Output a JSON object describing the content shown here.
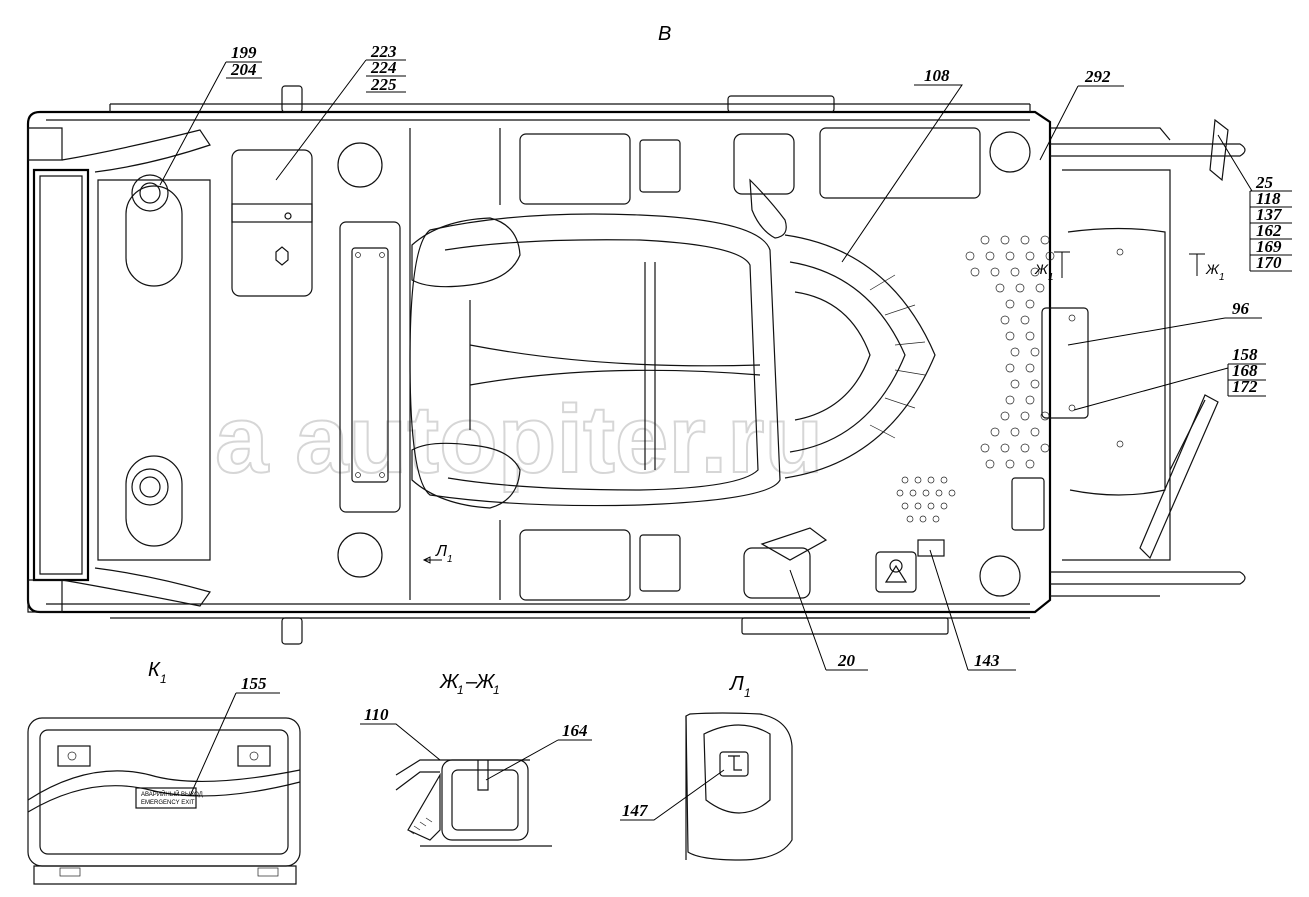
{
  "title": "Cab floor layout (top view)",
  "views": {
    "main": "В",
    "detail_k": "К",
    "detail_k_sub": "1",
    "section_zh_a": "Ж",
    "section_zh_sub_a": "1",
    "section_zh_dash": "–",
    "section_zh_b": "Ж",
    "section_zh_sub_b": "1",
    "detail_l": "Л",
    "detail_l_sub": "1"
  },
  "markers": {
    "zh_left": "Ж",
    "zh_left_sub": "1",
    "zh_right": "Ж",
    "zh_right_sub": "1",
    "l_mark": "Л",
    "l_mark_sub": "1"
  },
  "callouts": {
    "c199": "199",
    "c204": "204",
    "c223": "223",
    "c224": "224",
    "c225": "225",
    "c108": "108",
    "c292": "292",
    "c25": "25",
    "c118": "118",
    "c137": "137",
    "c162": "162",
    "c169": "169",
    "c170": "170",
    "c96": "96",
    "c158": "158",
    "c168": "168",
    "c172": "172",
    "c20": "20",
    "c143": "143",
    "c155": "155",
    "c110": "110",
    "c164": "164",
    "c147": "147"
  },
  "placard": {
    "line1": "АВАРИЙНЫЙ ВЫХОД",
    "line2": "EMERGENCY EXIT"
  },
  "watermark": "a autopiter.ru"
}
